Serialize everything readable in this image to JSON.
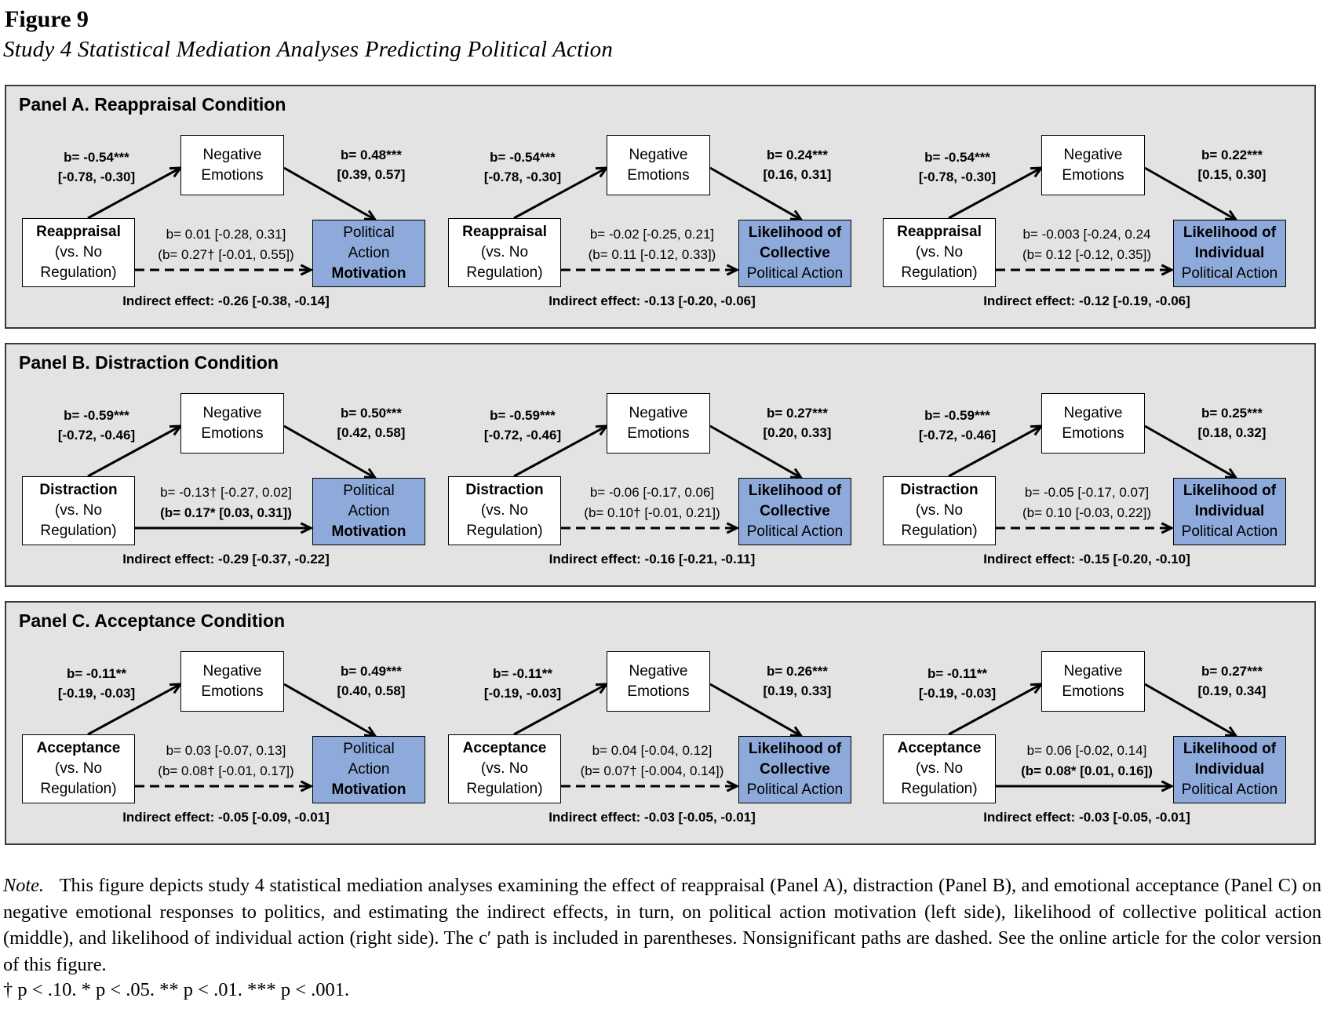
{
  "figure": {
    "label": "Figure 9",
    "title": "Study 4 Statistical Mediation Analyses Predicting Political Action"
  },
  "panels": [
    {
      "title": "Panel A. Reappraisal Condition",
      "predictor": [
        "Reappraisal",
        "(vs. No",
        "Regulation)"
      ],
      "a_path": [
        "b= -0.54***",
        "[-0.78, -0.30]"
      ],
      "diagrams": [
        {
          "mediator": [
            "Negative",
            "Emotions"
          ],
          "outcome": [
            "Political",
            "Action",
            "Motivation"
          ],
          "b_path": [
            "b= 0.48***",
            "[0.39, 0.57]"
          ],
          "c_path": [
            "b= 0.01 [-0.28, 0.31]",
            "(b= 0.27† [-0.01, 0.55])"
          ],
          "c_significant": false,
          "indirect": "Indirect effect: -0.26 [-0.38, -0.14]"
        },
        {
          "mediator": [
            "Negative",
            "Emotions"
          ],
          "outcome": [
            "Likelihood of",
            "Collective",
            "Political Action"
          ],
          "b_path": [
            "b= 0.24***",
            "[0.16, 0.31]"
          ],
          "c_path": [
            "b= -0.02 [-0.25, 0.21]",
            "(b= 0.11 [-0.12, 0.33])"
          ],
          "c_significant": false,
          "indirect": "Indirect effect: -0.13 [-0.20, -0.06]"
        },
        {
          "mediator": [
            "Negative",
            "Emotions"
          ],
          "outcome": [
            "Likelihood of",
            "Individual",
            "Political Action"
          ],
          "b_path": [
            "b= 0.22***",
            "[0.15, 0.30]"
          ],
          "c_path": [
            "b= -0.003 [-0.24, 0.24",
            "(b= 0.12 [-0.12, 0.35])"
          ],
          "c_significant": false,
          "indirect": "Indirect effect: -0.12 [-0.19, -0.06]"
        }
      ]
    },
    {
      "title": "Panel B. Distraction Condition",
      "predictor": [
        "Distraction",
        "(vs. No",
        "Regulation)"
      ],
      "a_path": [
        "b= -0.59***",
        "[-0.72, -0.46]"
      ],
      "diagrams": [
        {
          "mediator": [
            "Negative",
            "Emotions"
          ],
          "outcome": [
            "Political",
            "Action",
            "Motivation"
          ],
          "b_path": [
            "b= 0.50***",
            "[0.42, 0.58]"
          ],
          "c_path": [
            "b= -0.13† [-0.27, 0.02]",
            "(b= 0.17* [0.03, 0.31])"
          ],
          "c_significant": true,
          "indirect": "Indirect effect: -0.29 [-0.37, -0.22]"
        },
        {
          "mediator": [
            "Negative",
            "Emotions"
          ],
          "outcome": [
            "Likelihood of",
            "Collective",
            "Political Action"
          ],
          "b_path": [
            "b= 0.27***",
            "[0.20, 0.33]"
          ],
          "c_path": [
            "b= -0.06 [-0.17, 0.06]",
            "(b= 0.10† [-0.01, 0.21])"
          ],
          "c_significant": false,
          "indirect": "Indirect effect: -0.16 [-0.21, -0.11]"
        },
        {
          "mediator": [
            "Negative",
            "Emotions"
          ],
          "outcome": [
            "Likelihood of",
            "Individual",
            "Political Action"
          ],
          "b_path": [
            "b= 0.25***",
            "[0.18, 0.32]"
          ],
          "c_path": [
            "b= -0.05 [-0.17, 0.07]",
            "(b= 0.10 [-0.03, 0.22])"
          ],
          "c_significant": false,
          "indirect": "Indirect effect: -0.15 [-0.20, -0.10]"
        }
      ]
    },
    {
      "title": "Panel C. Acceptance Condition",
      "predictor": [
        "Acceptance",
        "(vs. No",
        "Regulation)"
      ],
      "a_path": [
        "b= -0.11**",
        "[-0.19, -0.03]"
      ],
      "diagrams": [
        {
          "mediator": [
            "Negative",
            "Emotions"
          ],
          "outcome": [
            "Political",
            "Action",
            "Motivation"
          ],
          "b_path": [
            "b= 0.49***",
            "[0.40, 0.58]"
          ],
          "c_path": [
            "b= 0.03 [-0.07, 0.13]",
            "(b= 0.08† [-0.01, 0.17])"
          ],
          "c_significant": false,
          "indirect": "Indirect effect: -0.05 [-0.09, -0.01]"
        },
        {
          "mediator": [
            "Negative",
            "Emotions"
          ],
          "outcome": [
            "Likelihood of",
            "Collective",
            "Political Action"
          ],
          "b_path": [
            "b= 0.26***",
            "[0.19, 0.33]"
          ],
          "c_path": [
            "b= 0.04 [-0.04, 0.12]",
            "(b= 0.07† [-0.004, 0.14])"
          ],
          "c_significant": false,
          "indirect": "Indirect effect: -0.03 [-0.05, -0.01]"
        },
        {
          "mediator": [
            "Negative",
            "Emotions"
          ],
          "outcome": [
            "Likelihood of",
            "Individual",
            "Political Action"
          ],
          "b_path": [
            "b= 0.27***",
            "[0.19, 0.34]"
          ],
          "c_path": [
            "b= 0.06 [-0.02, 0.14]",
            "(b= 0.08* [0.01, 0.16])"
          ],
          "c_significant": true,
          "indirect": "Indirect effect: -0.03 [-0.05, -0.01]"
        }
      ]
    }
  ],
  "note": {
    "label": "Note.",
    "text": "This figure depicts study 4 statistical mediation analyses examining the effect of reappraisal (Panel A), distraction (Panel B), and emotional acceptance (Panel C) on negative emotional responses to politics, and estimating the indirect effects, in turn, on political action motivation (left side), likelihood of collective political action (middle), and likelihood of individual action (right side). The c′ path is included in parentheses. Nonsignificant paths are dashed. See the online article for the color version of this figure."
  },
  "significance": "† p < .10.   * p < .05.   ** p < .01.   *** p < .001.",
  "colors": {
    "outcome_fill": "#8eaadb",
    "panel_bg": "#e3e3e3"
  }
}
